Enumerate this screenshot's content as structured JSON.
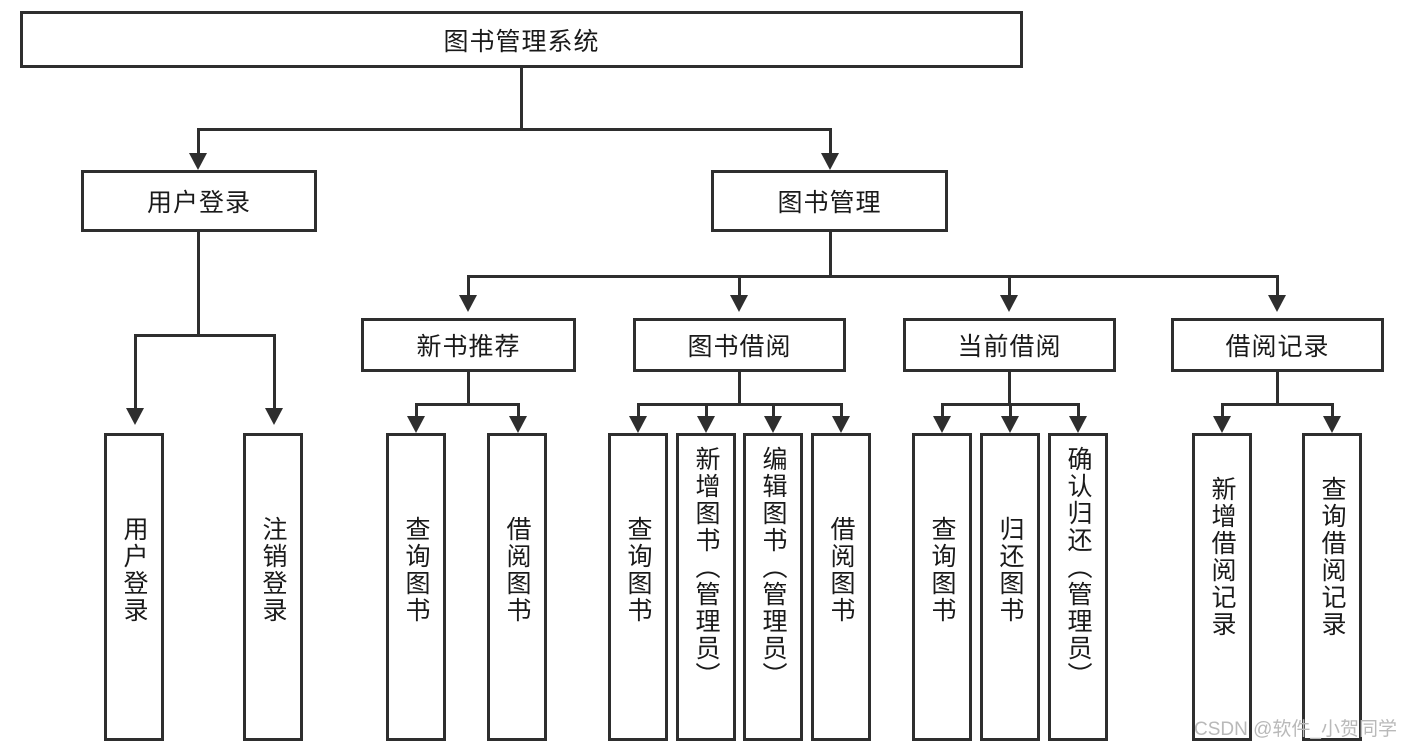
{
  "diagram": {
    "title": "图书管理系统",
    "type": "tree-hierarchy-chart",
    "root": {
      "label": "图书管理系统"
    },
    "level2": [
      {
        "label": "用户登录"
      },
      {
        "label": "图书管理"
      }
    ],
    "level3": [
      {
        "label": "新书推荐"
      },
      {
        "label": "图书借阅"
      },
      {
        "label": "当前借阅"
      },
      {
        "label": "借阅记录"
      }
    ],
    "leaves": {
      "user_login": [
        {
          "label": "用户登录"
        },
        {
          "label": "注销登录"
        }
      ],
      "new_book_recommend": [
        {
          "label": "查询图书"
        },
        {
          "label": "借阅图书"
        }
      ],
      "book_borrow": [
        {
          "label": "查询图书"
        },
        {
          "label": "新增图书（管理员）"
        },
        {
          "label": "编辑图书（管理员）"
        },
        {
          "label": "借阅图书"
        }
      ],
      "current_borrow": [
        {
          "label": "查询图书"
        },
        {
          "label": "归还图书"
        },
        {
          "label": "确认归还（管理员）"
        }
      ],
      "borrow_record": [
        {
          "label": "新增借阅记录"
        },
        {
          "label": "查询借阅记录"
        }
      ]
    }
  },
  "watermark": {
    "text": "CSDN @软件_小贺同学"
  },
  "colors": {
    "stroke": "#2e2e2e",
    "background": "#ffffff",
    "text": "#1a1a1a",
    "watermark": "#b9b9b9"
  }
}
